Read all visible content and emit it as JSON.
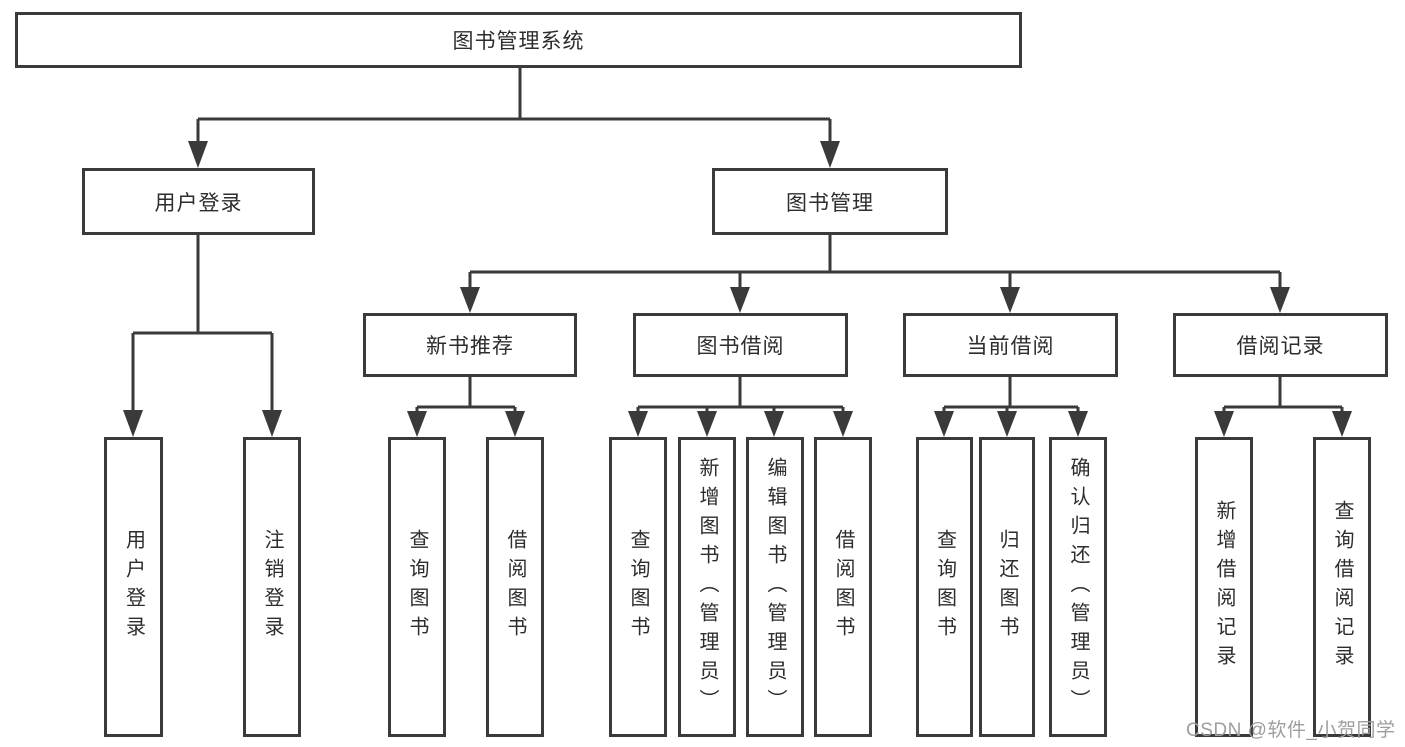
{
  "diagram_type": "hierarchy-structure-chart",
  "colors": {
    "background": "#ffffff",
    "box_fill": "#ffffff",
    "box_border": "#3a3a3a",
    "line": "#3a3a3a",
    "text": "#2d2d2d",
    "watermark": "#9e9e9e"
  },
  "tree": {
    "label": "图书管理系统",
    "children": [
      {
        "label": "用户登录",
        "children": [
          {
            "label": "用户登录"
          },
          {
            "label": "注销登录"
          }
        ]
      },
      {
        "label": "图书管理",
        "children": [
          {
            "label": "新书推荐",
            "children": [
              {
                "label": "查询图书"
              },
              {
                "label": "借阅图书"
              }
            ]
          },
          {
            "label": "图书借阅",
            "children": [
              {
                "label": "查询图书"
              },
              {
                "label": "新增图书（管理员）"
              },
              {
                "label": "编辑图书（管理员）"
              },
              {
                "label": "借阅图书"
              }
            ]
          },
          {
            "label": "当前借阅",
            "children": [
              {
                "label": "查询图书"
              },
              {
                "label": "归还图书"
              },
              {
                "label": "确认归还（管理员）"
              }
            ]
          },
          {
            "label": "借阅记录",
            "children": [
              {
                "label": "新增借阅记录"
              },
              {
                "label": "查询借阅记录"
              }
            ]
          }
        ]
      }
    ]
  },
  "watermark": {
    "text": "CSDN @软件_小贺同学"
  }
}
